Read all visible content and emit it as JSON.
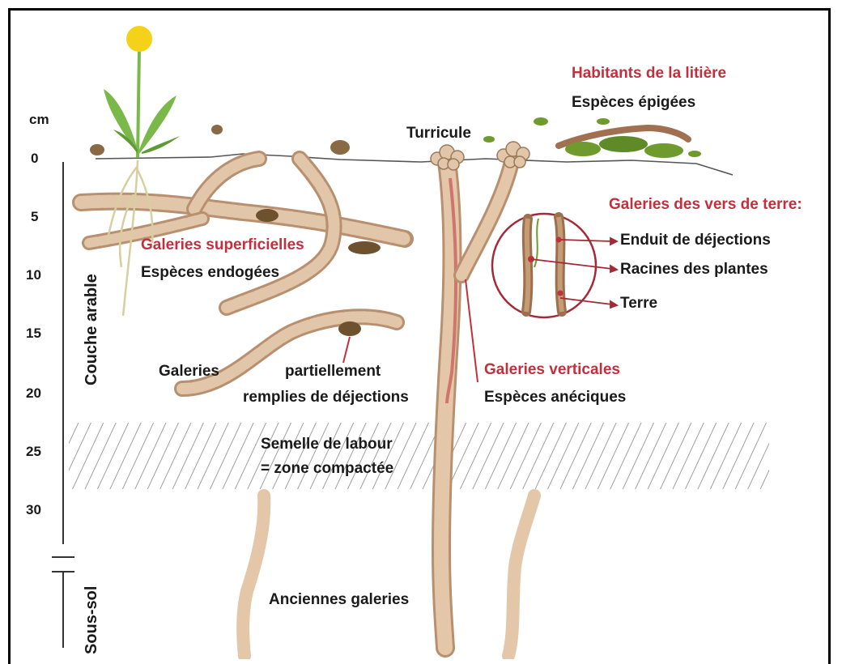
{
  "colors": {
    "burrow_fill": "#e2c6aa",
    "burrow_stroke": "#b89070",
    "deep_burrow": "#e4c7a8",
    "accent_red": "#c0313d",
    "plant_green": "#7bb84a",
    "flower_yellow": "#f5d21a",
    "cast_dark": "#6e5230",
    "litter_green": "#6f9a2d"
  },
  "axis": {
    "unit": "cm",
    "ticks": [
      "0",
      "5",
      "10",
      "15",
      "20",
      "25",
      "30"
    ],
    "zone_topsoil": "Couche arable",
    "zone_subsoil": "Sous-sol"
  },
  "labels": {
    "litter_title": "Habitants de la litière",
    "litter_species": "Espèces épigées",
    "cast": "Turricule",
    "surface_title": "Galeries superficielles",
    "surface_species": "Espèces endogées",
    "earthworm_title": "Galeries des vers de terre:",
    "earthworm_item_1": "Enduit de déjections",
    "earthworm_item_2": "Racines des plantes",
    "earthworm_item_3": "Terre",
    "partial_left": "Galeries",
    "partial_right_1": "partiellement",
    "partial_right_2": "remplies de déjections",
    "vertical_title": "Galeries verticales",
    "vertical_species": "Espèces anéciques",
    "hardpan_1": "Semelle de labour",
    "hardpan_2": "= zone compactée",
    "old_burrows": "Anciennes galeries"
  }
}
